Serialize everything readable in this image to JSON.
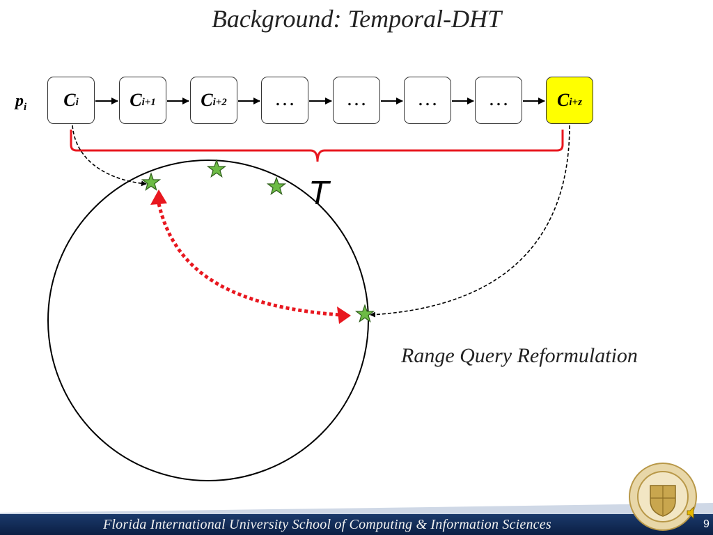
{
  "slide": {
    "title": "Background: Temporal-DHT",
    "peer_label": "p",
    "peer_sub": "i",
    "T_label": "T",
    "caption": "Range Query Reformulation",
    "footer": "Florida International University School of Computing & Information Sciences",
    "page_number": "9"
  },
  "chain": [
    {
      "main": "C",
      "sub": "i"
    },
    {
      "main": "C",
      "sub": "i+1"
    },
    {
      "main": "C",
      "sub": "i+2"
    },
    {
      "main": "…",
      "sub": ""
    },
    {
      "main": "…",
      "sub": ""
    },
    {
      "main": "…",
      "sub": ""
    },
    {
      "main": "…",
      "sub": ""
    },
    {
      "main": "C",
      "sub": "i+z"
    }
  ],
  "colors": {
    "highlight_box": "#ffff00",
    "brace": "#e8171f",
    "range_arrow": "#e8171f",
    "star_fill": "#6dbb45",
    "footer_bar": "#0b1f44"
  },
  "icons": [
    "star-icon",
    "speaker-icon",
    "university-seal-icon"
  ]
}
